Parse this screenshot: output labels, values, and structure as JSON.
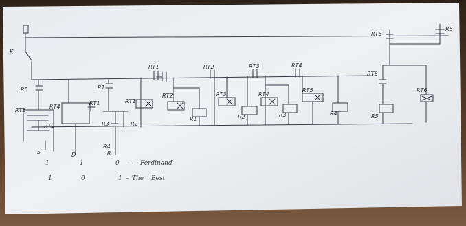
{
  "labels": {
    "K": "K",
    "R5_left": "R5",
    "RT5_left": "RT5",
    "RT5_top": "RT5",
    "R5_top": "R5",
    "RT6_right": "RT6",
    "RT6_box": "RT6",
    "RT2_a": "RT2",
    "RT1_a": "RT1",
    "R1": "R1",
    "R3": "R3",
    "R2": "R2",
    "R4_small": "R4",
    "RT1_top": "RT1",
    "RT2_top": "RT2",
    "RT3_top": "RT3",
    "RT4_top": "RT4",
    "RT1_box": "RT1",
    "RT2_box": "RT2",
    "RT3_box": "RT3",
    "RT4_box": "RT4",
    "RT5_box": "RT5",
    "R1_coil": "R1",
    "R2_coil": "R2",
    "R3_coil": "R3",
    "R4_coil": "R4",
    "R5_coil": "R5",
    "S": "S",
    "D": "D",
    "R_small": "R"
  },
  "truth_table": {
    "row1": [
      "1",
      "1",
      "0",
      "-",
      "Ferdinand"
    ],
    "row2": [
      "1",
      "0",
      "1",
      "-",
      "The",
      "Best"
    ]
  }
}
